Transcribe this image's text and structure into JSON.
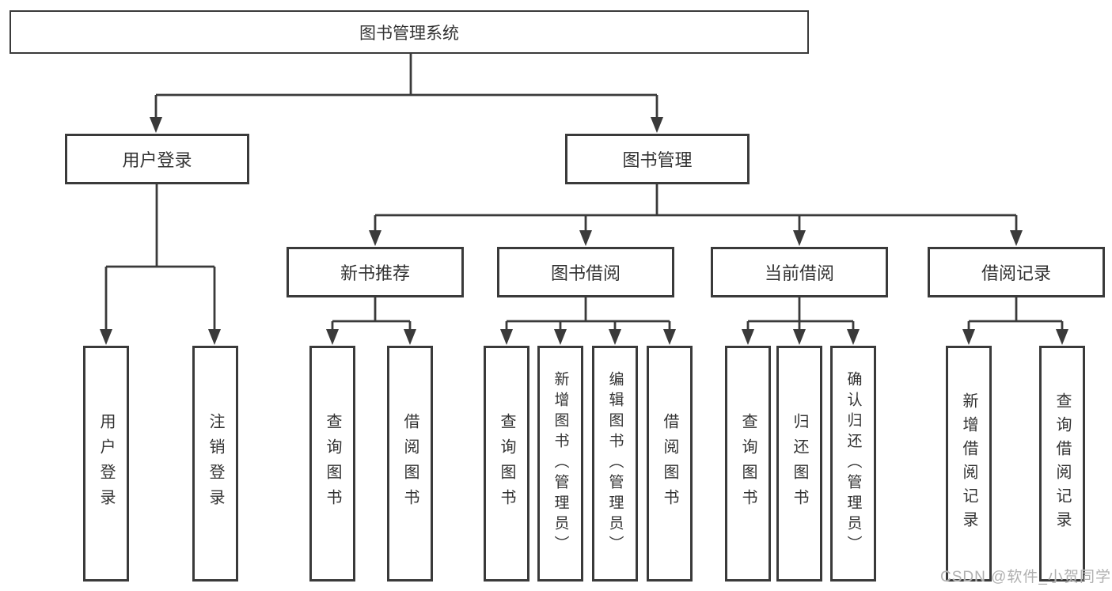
{
  "diagram": {
    "root": "图书管理系统",
    "branches": [
      {
        "label": "用户登录",
        "children": [
          "用户登录",
          "注销登录"
        ]
      },
      {
        "label": "图书管理",
        "groups": [
          {
            "label": "新书推荐",
            "children": [
              "查询图书",
              "借阅图书"
            ]
          },
          {
            "label": "图书借阅",
            "children": [
              "查询图书",
              "新增图书（管理员）",
              "编辑图书（管理员）",
              "借阅图书"
            ]
          },
          {
            "label": "当前借阅",
            "children": [
              "查询图书",
              "归还图书",
              "确认归还（管理员）"
            ]
          },
          {
            "label": "借阅记录",
            "children": [
              "新增借阅记录",
              "查询借阅记录"
            ]
          }
        ]
      }
    ]
  },
  "watermark": "CSDN @软件_小贺同学",
  "colors": {
    "line": "#3a3a3a",
    "border": "#3a3a3a",
    "text": "#333333",
    "watermark": "#b0b0b0",
    "background": "#ffffff"
  }
}
